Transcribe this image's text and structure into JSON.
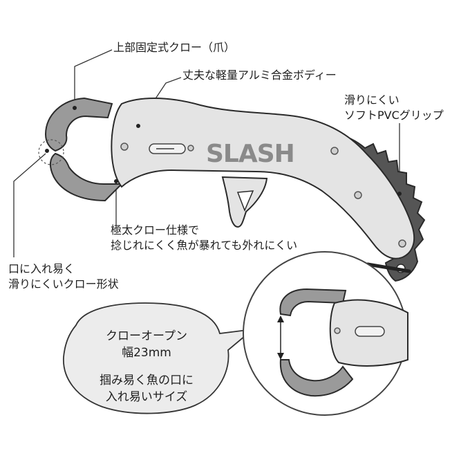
{
  "brand_text": "SLASH",
  "labels": {
    "upper_claw": "上部固定式クロー（爪）",
    "body": "丈夫な軽量アルミ合金ボディー",
    "grip_line1": "滑りにくい",
    "grip_line2": "ソフトPVCグリップ",
    "thick_claw_line1": "極太クロー仕様で",
    "thick_claw_line2": "捻じれにくく魚が暴れても外れにくい",
    "mouth_line1": "口に入れ易く",
    "mouth_line2": "滑りにくいクロー形状"
  },
  "bubble": {
    "line1": "クローオープン",
    "line2": "幅23mm",
    "line3": "掴み易く魚の口に",
    "line4": "入れ易いサイズ"
  },
  "colors": {
    "body_fill": "#e4e4e4",
    "claw_fill": "#9a9a9a",
    "grip_fill": "#555555",
    "outline": "#2a2a2a",
    "brand_text": "#8a8a8a",
    "bubble_fill": "#ececec"
  }
}
